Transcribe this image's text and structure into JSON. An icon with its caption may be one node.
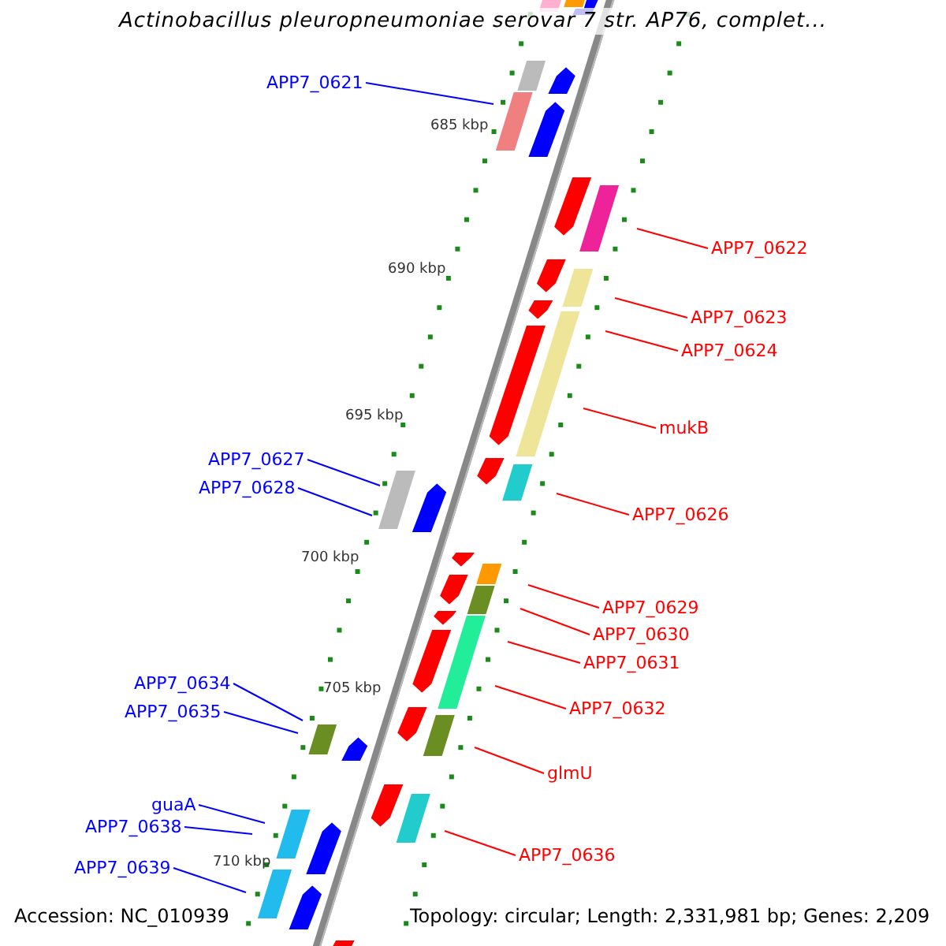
{
  "diagram": {
    "title": "Actinobacillus pleuropneumoniae serovar 7 str. AP76, complet...",
    "nodes": [
      {
        "text": [
          "APP7_0621"
        ]
      },
      {
        "text": [
          "APP7_0622"
        ]
      },
      {
        "text": [
          "APP7_0623"
        ]
      },
      {
        "text": [
          "APP7_0624"
        ]
      },
      {
        "text": [
          "mukB"
        ]
      },
      {
        "text": [
          "APP7_0627"
        ]
      },
      {
        "text": [
          "APP7_0628"
        ]
      },
      {
        "text": [
          "APP7_0626"
        ]
      },
      {
        "text": [
          "APP7_0629"
        ]
      },
      {
        "text": [
          "APP7_0630"
        ]
      },
      {
        "text": [
          "APP7_0631"
        ]
      },
      {
        "text": [
          "APP7_0634"
        ]
      },
      {
        "text": [
          "APP7_0632"
        ]
      },
      {
        "text": [
          "APP7_0635"
        ]
      },
      {
        "text": [
          "glmU"
        ]
      },
      {
        "text": [
          "guaA"
        ]
      },
      {
        "text": [
          "APP7_0638"
        ]
      },
      {
        "text": [
          "APP7_0636"
        ]
      },
      {
        "text": [
          "APP7_0639"
        ]
      }
    ],
    "edges": [
      {
        "from": 0,
        "to": null,
        "arrow": "none",
        "color": "#0000ff"
      },
      {
        "from": 1,
        "to": null,
        "arrow": "none"
      },
      {
        "from": 2,
        "to": null,
        "arrow": "none"
      },
      {
        "from": 3,
        "to": null,
        "arrow": "none"
      },
      {
        "from": 4,
        "to": null,
        "arrow": "none"
      },
      {
        "from": 5,
        "to": null,
        "arrow": "none",
        "color": "#0000ff"
      },
      {
        "from": 6,
        "to": null,
        "arrow": "none",
        "color": "#0000ff"
      },
      {
        "from": 7,
        "to": null,
        "arrow": "none"
      },
      {
        "from": 8,
        "to": null,
        "arrow": "none"
      },
      {
        "from": 9,
        "to": null,
        "arrow": "none"
      },
      {
        "from": 10,
        "to": null,
        "arrow": "none"
      },
      {
        "from": 11,
        "to": null,
        "arrow": "none",
        "color": "#0000ff"
      },
      {
        "from": 12,
        "to": null,
        "arrow": "none"
      },
      {
        "from": 13,
        "to": null,
        "arrow": "none",
        "color": "#0000ff"
      },
      {
        "from": 14,
        "to": null,
        "arrow": "none"
      },
      {
        "from": 15,
        "to": null,
        "arrow": "none",
        "color": "#0000ff"
      },
      {
        "from": 16,
        "to": null,
        "arrow": "none",
        "color": "#0000ff"
      },
      {
        "from": 17,
        "to": null,
        "arrow": "none"
      },
      {
        "from": 18,
        "to": null,
        "arrow": "none",
        "color": "#0000ff"
      }
    ],
    "labels": [
      "685 kbp",
      "690 kbp",
      "695 kbp",
      "700 kbp",
      "705 kbp",
      "710 kbp",
      "Accession: NC_010939",
      "Topology: circular; Length: 2,331,981 bp; Genes: 2,209"
    ]
  }
}
